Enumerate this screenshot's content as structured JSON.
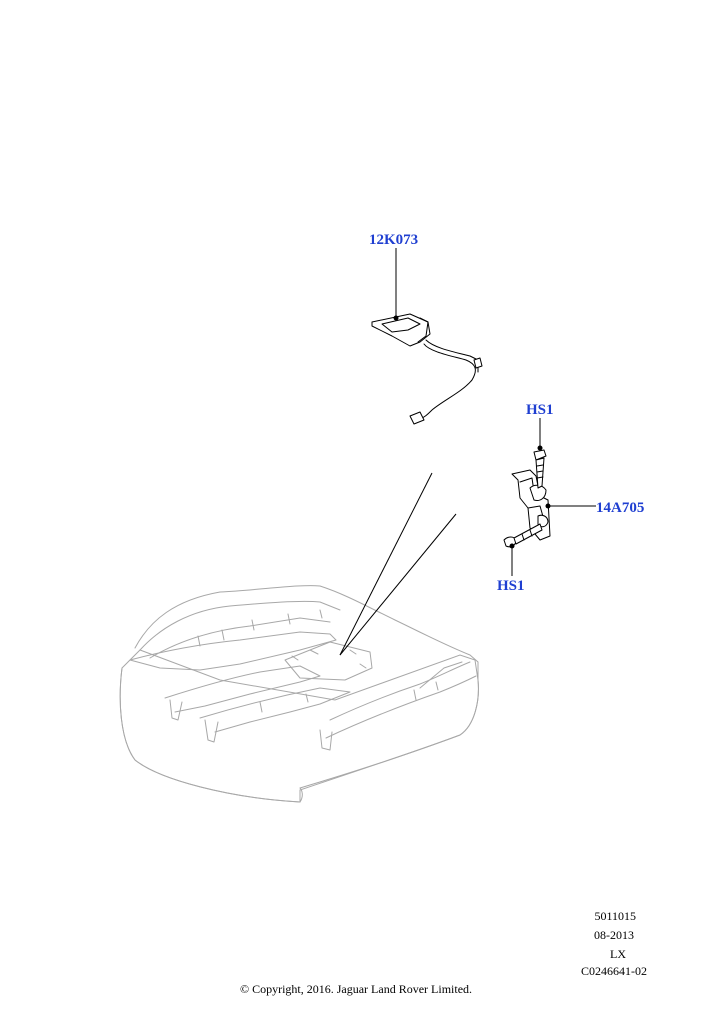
{
  "callouts": {
    "sensor": "12K073",
    "bolt_top": "HS1",
    "bracket": "14A705",
    "bolt_bottom": "HS1"
  },
  "reference": {
    "number": "5011015",
    "date": "08-2013",
    "model": "LX",
    "code": "C0246641-02"
  },
  "copyright": "© Copyright, 2016. Jaguar Land Rover Limited.",
  "colors": {
    "callout": "#1f3fd1",
    "seat_outline": "#a8a8a8",
    "part_outline": "#000000"
  }
}
